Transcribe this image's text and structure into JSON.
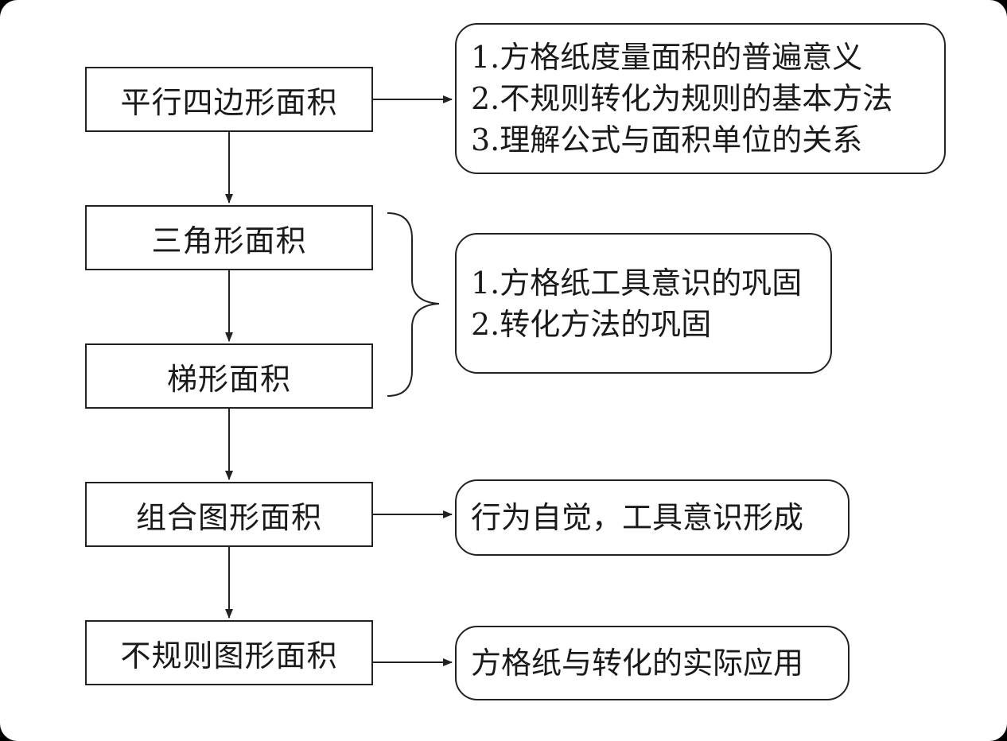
{
  "colors": {
    "stroke": "#222222",
    "text": "#1a1a1a",
    "background": "#ffffff"
  },
  "steps": [
    {
      "label": "平行四边形面积"
    },
    {
      "label": "三角形面积"
    },
    {
      "label": "梯形面积"
    },
    {
      "label": "组合图形面积"
    },
    {
      "label": "不规则图形面积"
    }
  ],
  "notes": [
    {
      "lines": [
        "1.方格纸度量面积的普遍意义",
        "2.不规则转化为规则的基本方法",
        "3.理解公式与面积单位的关系"
      ]
    },
    {
      "lines": [
        "1.方格纸工具意识的巩固",
        "2.转化方法的巩固"
      ]
    },
    {
      "lines": [
        "行为自觉，工具意识形成"
      ]
    },
    {
      "lines": [
        "方格纸与转化的实际应用"
      ]
    }
  ]
}
